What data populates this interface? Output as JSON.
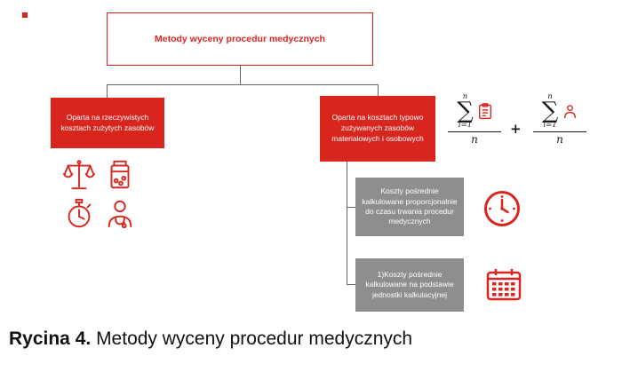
{
  "colors": {
    "red": "#d8261f",
    "gray": "#8e8e8e",
    "line": "#666666",
    "text": "#111111"
  },
  "root_box": {
    "label": "Metody wyceny procedur medycznych"
  },
  "branches": {
    "left": {
      "label": "Oparta na rzeczywistych kosztach zużytych zasobów"
    },
    "right": {
      "label": "Oparta na kosztach typowo zużywanych zasobów materiałowych i osobowych"
    }
  },
  "sub_boxes": [
    {
      "label": "Koszty pośrednie kalkulowane proporcjonalnie do czasu trwania procedur medycznych"
    },
    {
      "label": "1)Koszty pośrednie kalkulowane na podstawie jednostki kalkulacyjnej"
    }
  ],
  "formula": {
    "sigma": "∑",
    "upper_limit": "n",
    "lower_limit": "i=1",
    "denominator": "n",
    "operator": "+"
  },
  "caption": {
    "prefix": "Rycina 4.",
    "text": "Metody wyceny procedur medycznych"
  },
  "icons": {
    "scales-icon": "balance scale",
    "pills-icon": "medicine bottle with pills",
    "stopwatch-icon": "stopwatch",
    "doctor-icon": "medical person",
    "materials-list-icon": "clipboard list (material resources)",
    "personnel-icon": "person (personnel resources)",
    "clock-icon": "clock",
    "calendar-icon": "calendar"
  }
}
